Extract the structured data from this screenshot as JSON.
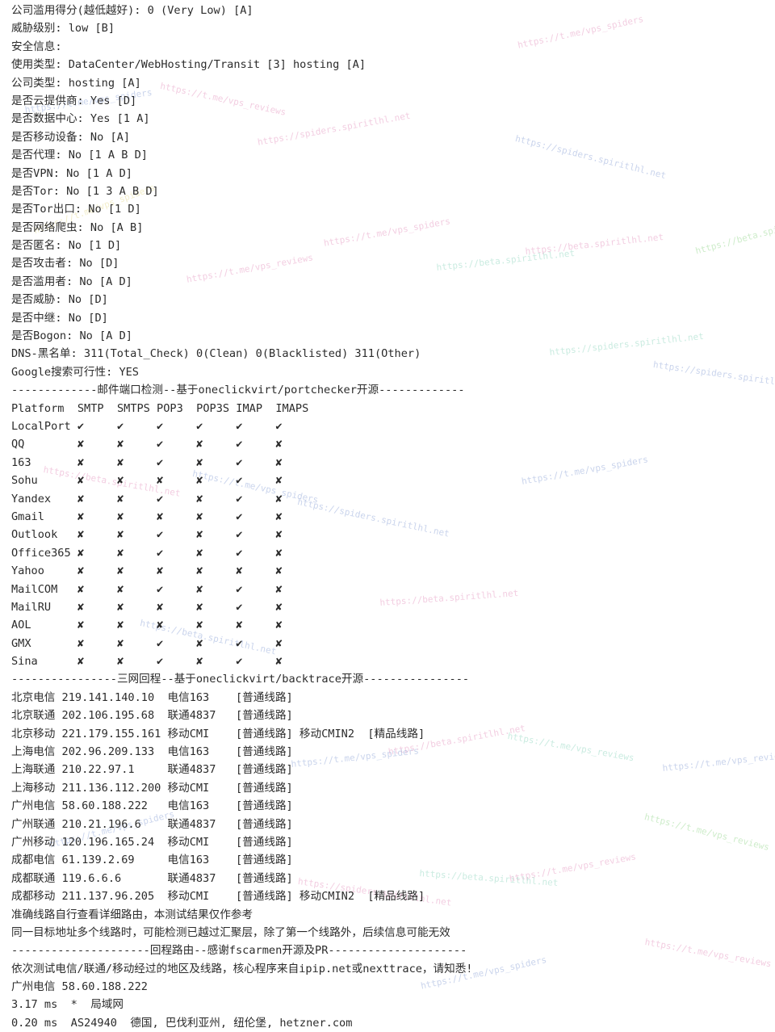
{
  "lines": [
    "公司滥用得分(越低越好): 0 (Very Low) [A]",
    "威胁级别: low [B]",
    "安全信息:",
    "使用类型: DataCenter/WebHosting/Transit [3] hosting [A]",
    "公司类型: hosting [A]",
    "是否云提供商: Yes [D]",
    "是否数据中心: Yes [1 A]",
    "是否移动设备: No [A]",
    "是否代理: No [1 A B D]",
    "是否VPN: No [1 A D]",
    "是否Tor: No [1 3 A B D]",
    "是否Tor出口: No [1 D]",
    "是否网络爬虫: No [A B]",
    "是否匿名: No [1 D]",
    "是否攻击者: No [D]",
    "是否滥用者: No [A D]",
    "是否威胁: No [D]",
    "是否中继: No [D]",
    "是否Bogon: No [A D]",
    "DNS-黑名单: 311(Total_Check) 0(Clean) 0(Blacklisted) 311(Other)",
    "Google搜索可行性: YES",
    "-------------邮件端口检测--基于oneclickvirt/portchecker开源-------------",
    "Platform  SMTP  SMTPS POP3  POP3S IMAP  IMAPS",
    "LocalPort ✔     ✔     ✔     ✔     ✔     ✔",
    "QQ        ✘     ✘     ✔     ✘     ✔     ✘",
    "163       ✘     ✘     ✔     ✘     ✔     ✘",
    "Sohu      ✘     ✘     ✘     ✘     ✔     ✘",
    "Yandex    ✘     ✘     ✔     ✘     ✔     ✘",
    "Gmail     ✘     ✘     ✘     ✘     ✔     ✘",
    "Outlook   ✘     ✘     ✔     ✘     ✔     ✘",
    "Office365 ✘     ✘     ✔     ✘     ✔     ✘",
    "Yahoo     ✘     ✘     ✘     ✘     ✘     ✘",
    "MailCOM   ✘     ✘     ✔     ✘     ✔     ✘",
    "MailRU    ✘     ✘     ✘     ✘     ✔     ✘",
    "AOL       ✘     ✘     ✘     ✘     ✘     ✘",
    "GMX       ✘     ✘     ✔     ✘     ✔     ✘",
    "Sina      ✘     ✘     ✔     ✘     ✔     ✘",
    "----------------三网回程--基于oneclickvirt/backtrace开源----------------",
    "北京电信 219.141.140.10  电信163    [普通线路]",
    "北京联通 202.106.195.68  联通4837   [普通线路]",
    "北京移动 221.179.155.161 移动CMI    [普通线路] 移动CMIN2  [精品线路]",
    "上海电信 202.96.209.133  电信163    [普通线路]",
    "上海联通 210.22.97.1     联通4837   [普通线路]",
    "上海移动 211.136.112.200 移动CMI    [普通线路]",
    "广州电信 58.60.188.222   电信163    [普通线路]",
    "广州联通 210.21.196.6    联通4837   [普通线路]",
    "广州移动 120.196.165.24  移动CMI    [普通线路]",
    "成都电信 61.139.2.69     电信163    [普通线路]",
    "成都联通 119.6.6.6       联通4837   [普通线路]",
    "成都移动 211.137.96.205  移动CMI    [普通线路] 移动CMIN2  [精品线路]",
    "准确线路自行查看详细路由，本测试结果仅作参考",
    "同一目标地址多个线路时，可能检测已越过汇聚层，除了第一个线路外，后续信息可能无效",
    "---------------------回程路由--感谢fscarmen开源及PR---------------------",
    "依次测试电信/联通/移动经过的地区及线路，核心程序来自ipip.net或nexttrace，请知悉!",
    "广州电信 58.60.188.222",
    "3.17 ms  *  局域网",
    "0.20 ms  AS24940  德国, 巴伐利亚州, 纽伦堡, hetzner.com"
  ],
  "watermarks": [
    {
      "text": "https://t.me/vps_spiders",
      "color": "#e9a6c9"
    },
    {
      "text": "https://t.me/vps_spiders",
      "color": "#9fb2dd"
    },
    {
      "text": "https://t.me/vps_reviews",
      "color": "#e9a6c9"
    },
    {
      "text": "https://spiders.spiritlhl.net",
      "color": "#e9a6c9"
    },
    {
      "text": "https://spiders.spiritlhl.net",
      "color": "#9fb2dd"
    },
    {
      "text": "https://t.me/vps_reviews",
      "color": "#e9a6c9"
    },
    {
      "text": "https://t.me/vps_spiders",
      "color": "#e9a6c9"
    },
    {
      "text": "https://beta.spiritlhl.net",
      "color": "#9fdcc8"
    },
    {
      "text": "https://beta.spiritlhl.net",
      "color": "#e9a6c9"
    },
    {
      "text": "https://beta.spiritlhl.net",
      "color": "#a6dd9f"
    },
    {
      "text": "https://t.me/vps_spiders",
      "color": "#e9e09f"
    },
    {
      "text": "https://spiders.spiritlhl.net",
      "color": "#9fdcc8"
    },
    {
      "text": "https://spiders.spiritlhl.net",
      "color": "#9fb2dd"
    },
    {
      "text": "https://beta.spiritlhl.net",
      "color": "#e9a6c9"
    },
    {
      "text": "https://t.me/vps_spiders",
      "color": "#9fb2dd"
    },
    {
      "text": "https://t.me/vps_spiders",
      "color": "#9fb2dd"
    },
    {
      "text": "https://spiders.spiritlhl.net",
      "color": "#9fb2dd"
    },
    {
      "text": "https://beta.spiritlhl.net",
      "color": "#e9a6c9"
    },
    {
      "text": "https://beta.spiritlhl.net",
      "color": "#9fb2dd"
    },
    {
      "text": "https://beta.spiritlhl.net",
      "color": "#e9a6c9"
    },
    {
      "text": "https://t.me/vps_reviews",
      "color": "#9fdcc8"
    },
    {
      "text": "https://t.me/vps_spiders",
      "color": "#9fb2dd"
    },
    {
      "text": "https://t.me/vps_reviews",
      "color": "#a6dd9f"
    },
    {
      "text": "https://t.me/vps_reviews",
      "color": "#9fb2dd"
    },
    {
      "text": "https://t.me/vps_reviews",
      "color": "#e9a6c9"
    },
    {
      "text": "https://beta.spiritlhl.net",
      "color": "#9fdcc8"
    },
    {
      "text": "https://spiders.spiritlhl.net",
      "color": "#e9a6c9"
    },
    {
      "text": "https://t.me/vps_spiders",
      "color": "#9fb2dd"
    },
    {
      "text": "https://t.me/vps_reviews",
      "color": "#e9a6c9"
    },
    {
      "text": "https://t.me/vps_spiders",
      "color": "#9fb2dd"
    }
  ]
}
